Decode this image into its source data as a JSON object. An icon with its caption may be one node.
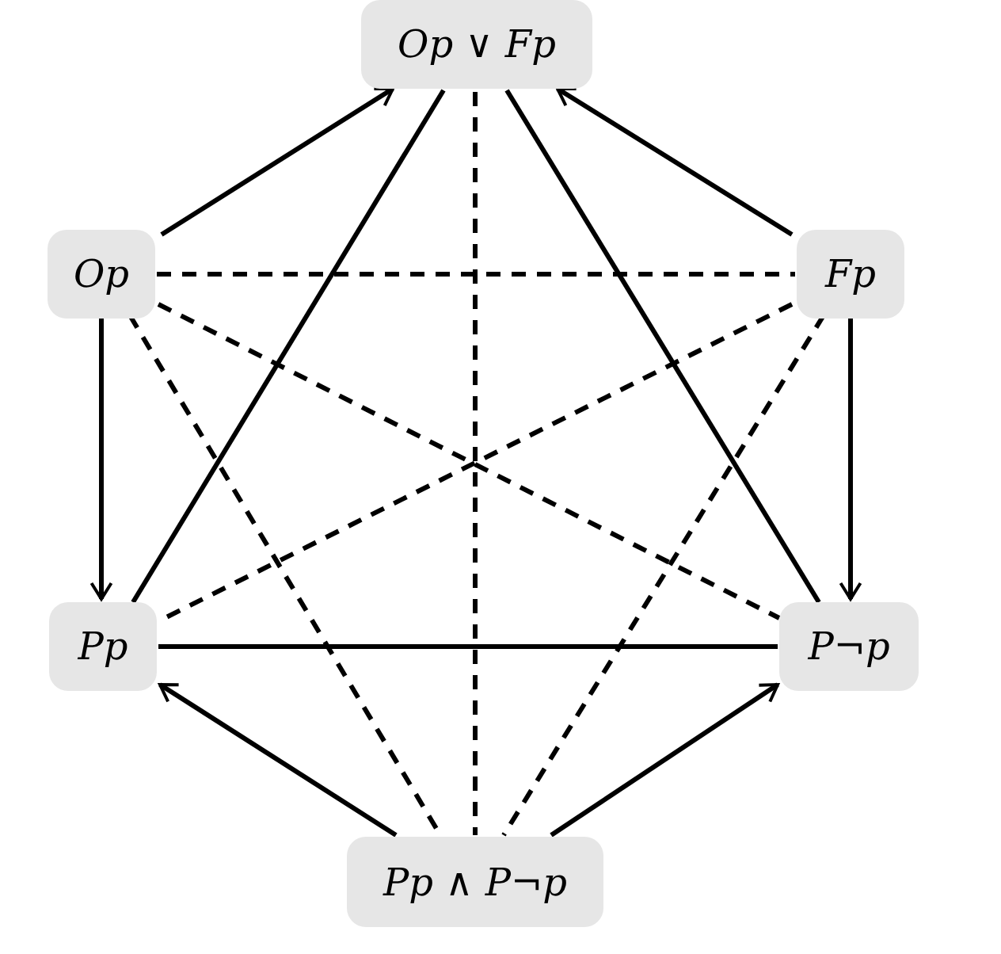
{
  "diagram": {
    "nodes": [
      {
        "text": [
          "Op ∨ Fp"
        ]
      },
      {
        "text": [
          "Op"
        ]
      },
      {
        "text": [
          "Fp"
        ]
      },
      {
        "text": [
          "Pp"
        ]
      },
      {
        "text": [
          "P¬p"
        ]
      },
      {
        "text": [
          "Pp ∧ P¬p"
        ]
      }
    ],
    "edges": [
      {
        "from": 1,
        "to": 0,
        "arrow": "to"
      },
      {
        "from": 2,
        "to": 0,
        "arrow": "to"
      },
      {
        "from": 1,
        "to": 3,
        "arrow": "to"
      },
      {
        "from": 2,
        "to": 4,
        "arrow": "to"
      },
      {
        "from": 5,
        "to": 3,
        "arrow": "to"
      },
      {
        "from": 5,
        "to": 4,
        "arrow": "to"
      },
      {
        "from": 1,
        "to": 2,
        "arrow": "none",
        "style": "dashed"
      },
      {
        "from": 1,
        "to": 4,
        "arrow": "none",
        "style": "dashed"
      },
      {
        "from": 2,
        "to": 3,
        "arrow": "none",
        "style": "dashed"
      },
      {
        "from": 0,
        "to": 5,
        "arrow": "none",
        "style": "dashed"
      },
      {
        "from": 0,
        "to": 3,
        "arrow": "none"
      },
      {
        "from": 0,
        "to": 4,
        "arrow": "none"
      },
      {
        "from": 3,
        "to": 4,
        "arrow": "none"
      },
      {
        "from": 1,
        "to": 5,
        "arrow": "none",
        "style": "dashed"
      },
      {
        "from": 2,
        "to": 5,
        "arrow": "none",
        "style": "dashed"
      }
    ]
  }
}
